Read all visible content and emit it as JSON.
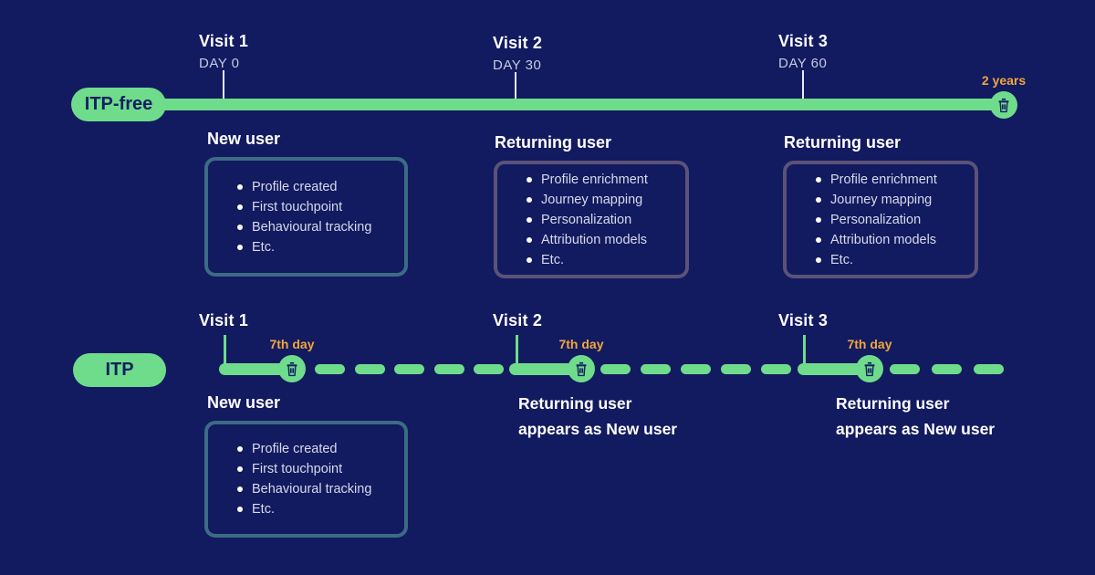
{
  "colors": {
    "background": "#121a60",
    "green": "#6fdc8c",
    "orange": "#f0a63c",
    "heading_white": "#ffffff",
    "muted_text": "#c7cade",
    "bullet_text": "#d7daea",
    "teal_border": "#3c6c84",
    "purple_border": "#5b5377",
    "pill_text_navy": "#122060"
  },
  "icons": {
    "visit_expiry_marker": "trash-icon"
  },
  "top": {
    "label": "ITP-free",
    "end_label": "2 years",
    "visits": [
      {
        "title": "Visit 1",
        "day": "DAY 0"
      },
      {
        "title": "Visit 2",
        "day": "DAY 30"
      },
      {
        "title": "Visit 3",
        "day": "DAY 60"
      }
    ],
    "cards": [
      {
        "heading": "New user",
        "items": [
          "Profile created",
          "First touchpoint",
          "Behavioural tracking",
          "Etc."
        ]
      },
      {
        "heading": "Returning user",
        "items": [
          "Profile enrichment",
          "Journey mapping",
          "Personalization",
          "Attribution models",
          "Etc."
        ]
      },
      {
        "heading": "Returning user",
        "items": [
          "Profile enrichment",
          "Journey mapping",
          "Personalization",
          "Attribution models",
          "Etc."
        ]
      }
    ]
  },
  "bottom": {
    "label": "ITP",
    "visits": [
      {
        "title": "Visit 1",
        "expiry": "7th day"
      },
      {
        "title": "Visit 2",
        "expiry": "7th day"
      },
      {
        "title": "Visit 3",
        "expiry": "7th day"
      }
    ],
    "card": {
      "heading": "New user",
      "items": [
        "Profile created",
        "First touchpoint",
        "Behavioural tracking",
        "Etc."
      ]
    },
    "notes": [
      {
        "line1": "Returning user",
        "line2": "appears as New user"
      },
      {
        "line1": "Returning user",
        "line2": "appears as New user"
      }
    ]
  }
}
